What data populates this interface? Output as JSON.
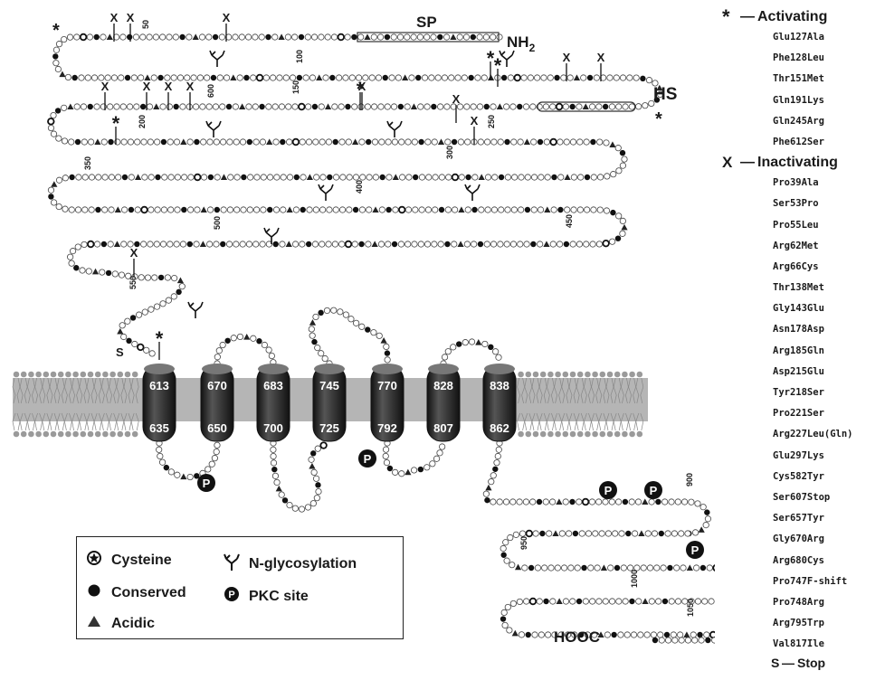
{
  "diagram": {
    "labels": {
      "sp": "SP",
      "nh2": "NH",
      "nh2_sub": "2",
      "hs": "HS",
      "hooc": "HOOC",
      "stop_marker": "S"
    },
    "residue_numbers": [
      "50",
      "100",
      "150",
      "200",
      "250",
      "300",
      "350",
      "400",
      "450",
      "500",
      "550",
      "600",
      "900",
      "950",
      "1000",
      "1050"
    ],
    "tm_segments": [
      {
        "top": "613",
        "bottom": "635"
      },
      {
        "top": "670",
        "bottom": "650"
      },
      {
        "top": "683",
        "bottom": "700"
      },
      {
        "top": "745",
        "bottom": "725"
      },
      {
        "top": "770",
        "bottom": "792"
      },
      {
        "top": "828",
        "bottom": "807"
      },
      {
        "top": "838",
        "bottom": "862"
      }
    ],
    "pkc_symbol": "P",
    "colors": {
      "membrane": "#b5b5b5",
      "helix": "#2e2e2e",
      "residue_fill": "#ffffff",
      "conserved": "#111111"
    }
  },
  "mutations": {
    "activating": {
      "symbol": "*",
      "title": "Activating",
      "items": [
        "Glu127Ala",
        "Phe128Leu",
        "Thr151Met",
        "Gln191Lys",
        "Gln245Arg",
        "Phe612Ser"
      ]
    },
    "inactivating": {
      "symbol": "X",
      "title": "Inactivating",
      "items": [
        "Pro39Ala",
        "Ser53Pro",
        "Pro55Leu",
        "Arg62Met",
        "Arg66Cys",
        "Thr138Met",
        "Gly143Glu",
        "Asn178Asp",
        "Arg185Gln",
        "Asp215Glu",
        "Tyr218Ser",
        "Pro221Ser",
        "Arg227Leu(Gln)",
        "Glu297Lys",
        "Cys582Tyr",
        "Ser607Stop",
        "Ser657Tyr",
        "Gly670Arg",
        "Arg680Cys",
        "Pro747F-shift",
        "Pro748Arg",
        "Arg795Trp",
        "Val817Ile"
      ]
    },
    "stop": {
      "symbol": "S",
      "title": "Stop"
    }
  },
  "legend": {
    "cysteine": "Cysteine",
    "n_glycosylation": "N-glycosylation",
    "conserved": "Conserved",
    "pkc_site": "PKC site",
    "pkc_symbol": "P",
    "acidic": "Acidic"
  }
}
